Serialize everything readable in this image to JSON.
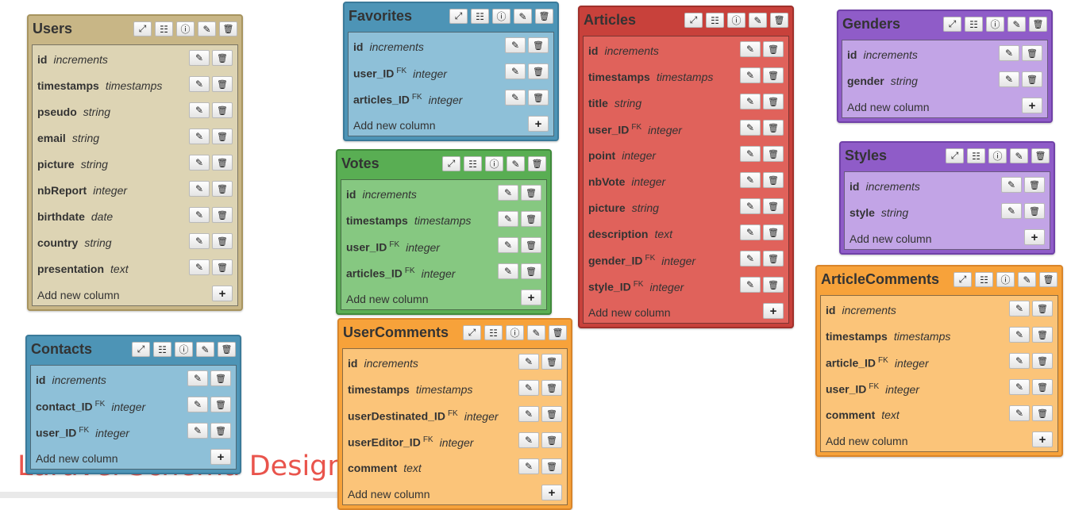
{
  "background_title": "Laravel Schema Designer",
  "icons": {
    "fullscreen": "expand-icon",
    "grid": "grid-icon",
    "info": "info-icon",
    "edit": "pencil-icon",
    "delete": "trash-icon",
    "add": "plus-icon"
  },
  "add_label": "Add new column",
  "fk_label": "FK",
  "colors": {
    "tan": "#c8b686",
    "blue": "#4d94b6",
    "green": "#59ae53",
    "red": "#c8413b",
    "purple": "#8f5cc8",
    "orange": "#f7a23a",
    "background_title": "#e9544c"
  },
  "tables": {
    "users": {
      "name": "Users",
      "columns": [
        {
          "name": "id",
          "type": "increments"
        },
        {
          "name": "timestamps",
          "type": "timestamps"
        },
        {
          "name": "pseudo",
          "type": "string"
        },
        {
          "name": "email",
          "type": "string"
        },
        {
          "name": "picture",
          "type": "string"
        },
        {
          "name": "nbReport",
          "type": "integer"
        },
        {
          "name": "birthdate",
          "type": "date"
        },
        {
          "name": "country",
          "type": "string"
        },
        {
          "name": "presentation",
          "type": "text"
        }
      ]
    },
    "contacts": {
      "name": "Contacts",
      "columns": [
        {
          "name": "id",
          "type": "increments"
        },
        {
          "name": "contact_ID",
          "type": "integer",
          "fk": true
        },
        {
          "name": "user_ID",
          "type": "integer",
          "fk": true
        }
      ]
    },
    "favorites": {
      "name": "Favorites",
      "columns": [
        {
          "name": "id",
          "type": "increments"
        },
        {
          "name": "user_ID",
          "type": "integer",
          "fk": true
        },
        {
          "name": "articles_ID",
          "type": "integer",
          "fk": true
        }
      ]
    },
    "votes": {
      "name": "Votes",
      "columns": [
        {
          "name": "id",
          "type": "increments"
        },
        {
          "name": "timestamps",
          "type": "timestamps"
        },
        {
          "name": "user_ID",
          "type": "integer",
          "fk": true
        },
        {
          "name": "articles_ID",
          "type": "integer",
          "fk": true
        }
      ]
    },
    "usercomments": {
      "name": "UserComments",
      "columns": [
        {
          "name": "id",
          "type": "increments"
        },
        {
          "name": "timestamps",
          "type": "timestamps"
        },
        {
          "name": "userDestinated_ID",
          "type": "integer",
          "fk": true
        },
        {
          "name": "userEditor_ID",
          "type": "integer",
          "fk": true
        },
        {
          "name": "comment",
          "type": "text"
        }
      ]
    },
    "articles": {
      "name": "Articles",
      "columns": [
        {
          "name": "id",
          "type": "increments"
        },
        {
          "name": "timestamps",
          "type": "timestamps"
        },
        {
          "name": "title",
          "type": "string"
        },
        {
          "name": "user_ID",
          "type": "integer",
          "fk": true
        },
        {
          "name": "point",
          "type": "integer"
        },
        {
          "name": "nbVote",
          "type": "integer"
        },
        {
          "name": "picture",
          "type": "string"
        },
        {
          "name": "description",
          "type": "text"
        },
        {
          "name": "gender_ID",
          "type": "integer",
          "fk": true
        },
        {
          "name": "style_ID",
          "type": "integer",
          "fk": true
        }
      ]
    },
    "genders": {
      "name": "Genders",
      "columns": [
        {
          "name": "id",
          "type": "increments"
        },
        {
          "name": "gender",
          "type": "string"
        }
      ]
    },
    "styles": {
      "name": "Styles",
      "columns": [
        {
          "name": "id",
          "type": "increments"
        },
        {
          "name": "style",
          "type": "string"
        }
      ]
    },
    "articlecomments": {
      "name": "ArticleComments",
      "columns": [
        {
          "name": "id",
          "type": "increments"
        },
        {
          "name": "timestamps",
          "type": "timestamps"
        },
        {
          "name": "article_ID",
          "type": "integer",
          "fk": true
        },
        {
          "name": "user_ID",
          "type": "integer",
          "fk": true
        },
        {
          "name": "comment",
          "type": "text"
        }
      ]
    }
  }
}
